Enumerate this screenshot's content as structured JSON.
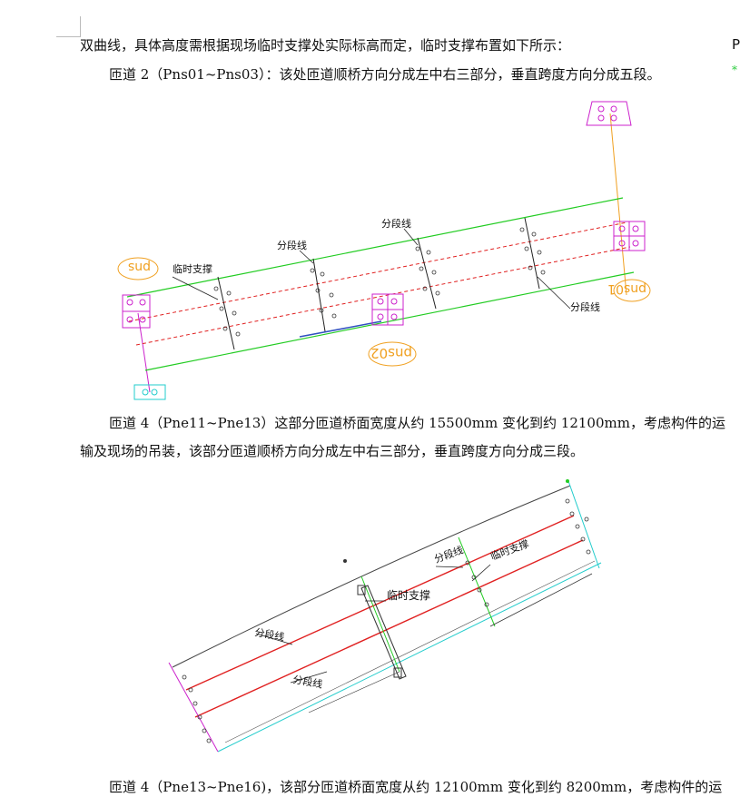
{
  "paragraphs": {
    "p1": "双曲线，具体高度需根据现场临时支撑处实际标高而定，临时支撑布置如下所示：",
    "p2": "匝道 2（Pns01~Pns03）：该处匝道顺桥方向分成左中右三部分，垂直跨度方向分成五段。",
    "p3a": "匝道 4（Pne11~Pne13）这部分匝道桥面宽度从约 15500mm 变化到约 12100mm，考虑构件的运",
    "p3b": "输及现场的吊装，该部分匝道顺桥方向分成左中右三部分，垂直跨度方向分成三段。",
    "p4": "匝道 4（Pne13~Pne16)，该部分匝道桥面宽度从约 12100mm 变化到约 8200mm，考虑构件的运"
  },
  "right_edge_text": "P",
  "figure1": {
    "labels": {
      "temp_support": "临时支撑",
      "seg_line_1": "分段线",
      "seg_line_2": "分段线",
      "seg_line_3": "分段线",
      "pier_left": "pns",
      "pier_mid": "pns02",
      "pier_right": "pns01"
    }
  },
  "figure2": {
    "labels": {
      "seg_line_top": "分段线",
      "temp_support_top": "临时支撑",
      "temp_support_mid": "临时支撑",
      "seg_line_left": "分段线",
      "seg_line_bottom": "分段线"
    }
  },
  "colors": {
    "green": "#22cc22",
    "red": "#e02020",
    "magenta": "#cc22cc",
    "orange": "#f0a020",
    "cyan": "#22cccc",
    "black": "#333333"
  }
}
